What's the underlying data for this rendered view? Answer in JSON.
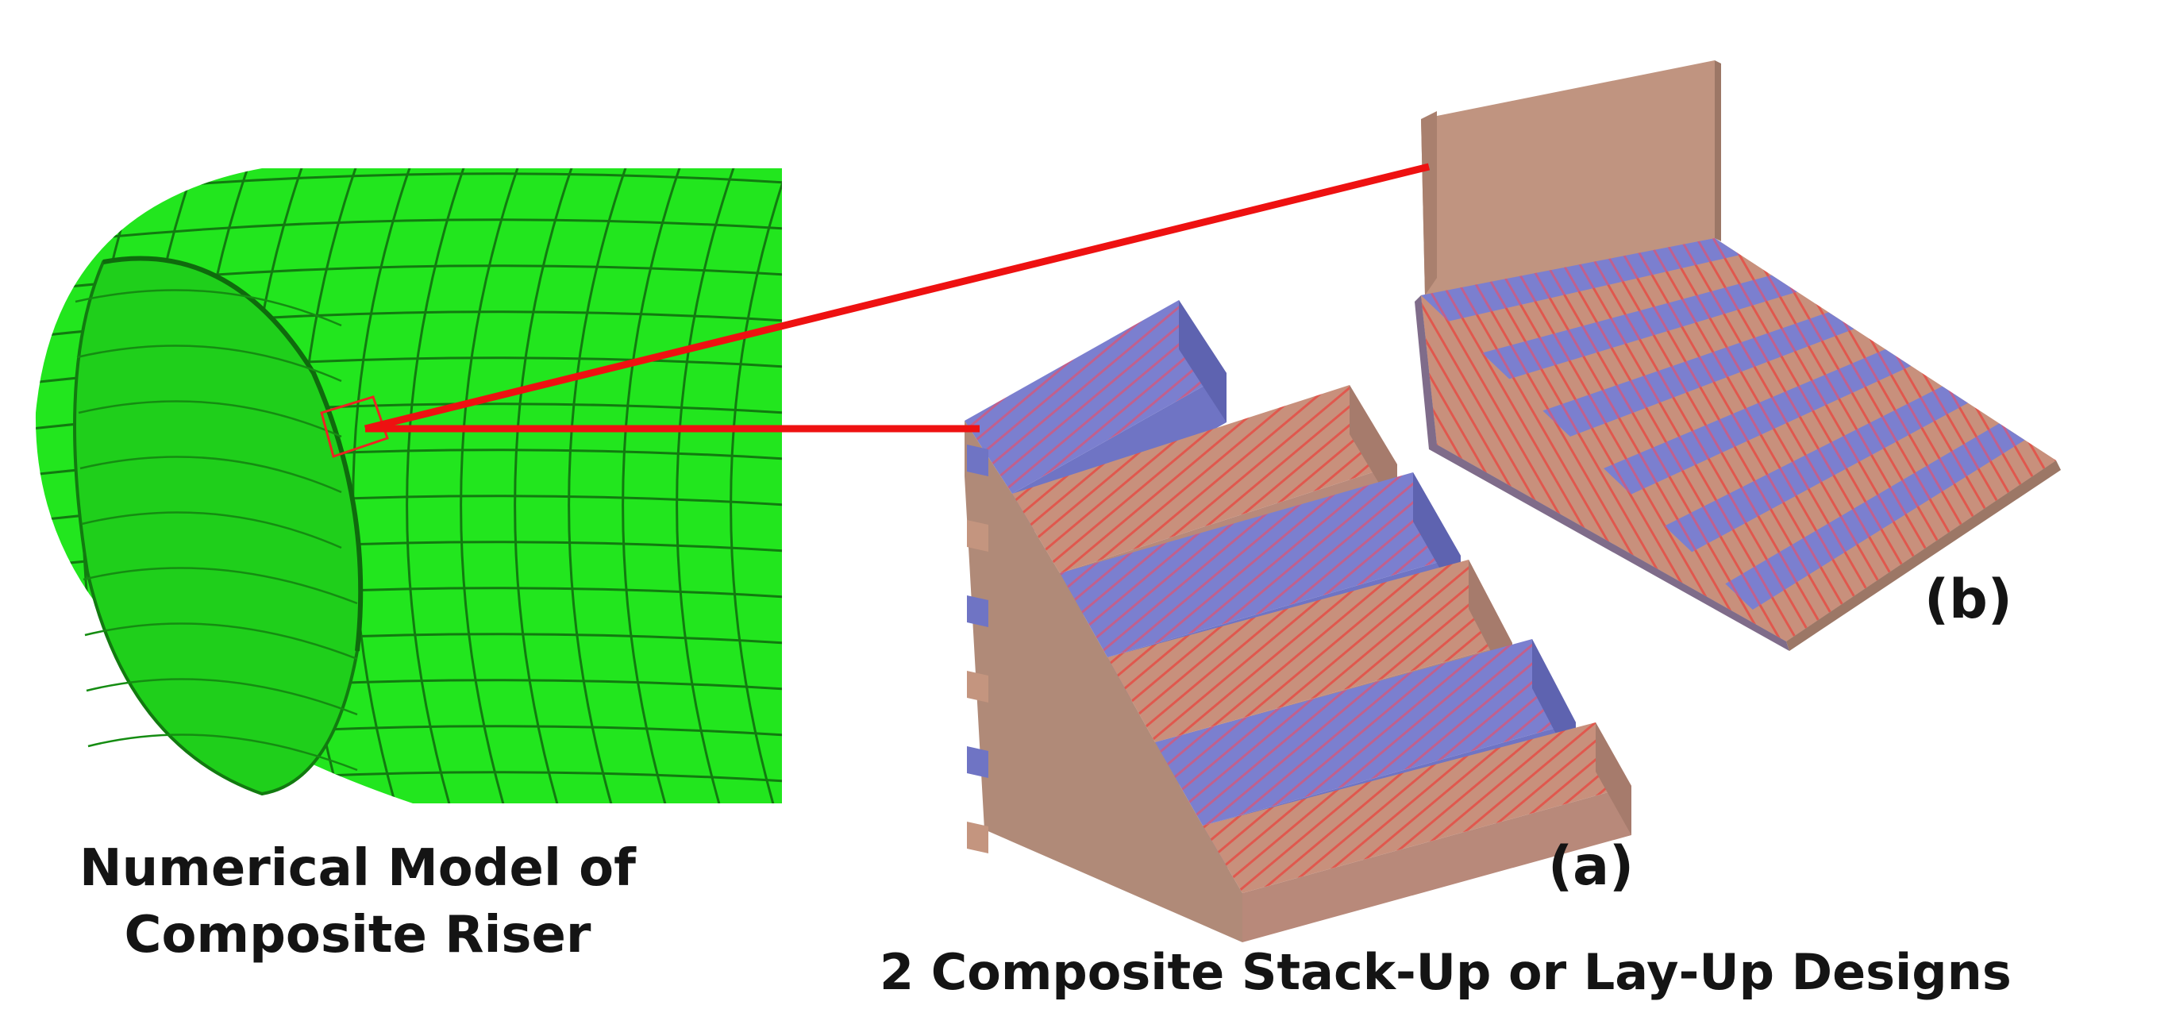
{
  "labels": {
    "riser_line1": "Numerical Model of",
    "riser_line2": "Composite Riser",
    "designs": "2 Composite Stack-Up or Lay-Up Designs",
    "design_a": "(a)",
    "design_b": "(b)"
  },
  "colors": {
    "riser_green": "#22e61e",
    "mesh_line": "#127a10",
    "ply_blue": "#7b7fcf",
    "ply_tan": "#c8907c",
    "ply_side": "#b08a78",
    "fiber_red": "#e0584e",
    "connector_red": "#ee1111",
    "text": "#141414"
  }
}
